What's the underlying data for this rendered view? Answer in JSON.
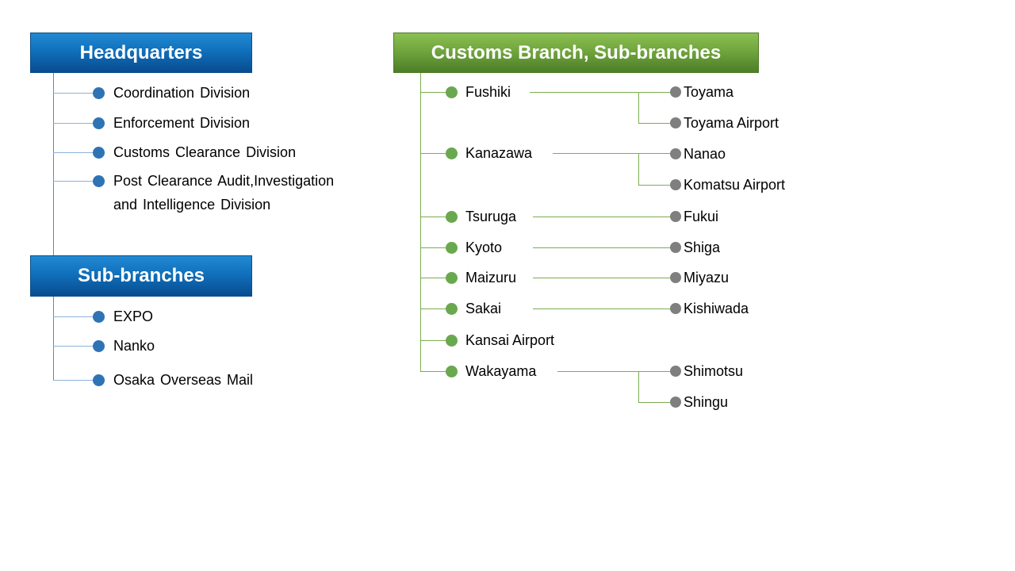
{
  "colors": {
    "background": "#ffffff",
    "text": "#000000",
    "header_text": "#ffffff",
    "blue_header_top": "#2389d3",
    "blue_header_mid": "#1070bb",
    "blue_header_bottom": "#084c90",
    "blue_header_border": "#0a4e88",
    "green_header_top": "#8bc052",
    "green_header_mid": "#6ea23c",
    "green_header_bottom": "#4d7d27",
    "green_header_border": "#4c7a28",
    "blue_bullet": "#2e74b5",
    "green_bullet": "#6aa84f",
    "gray_bullet": "#7f7f7f",
    "blue_hline": "#8fb2dc",
    "blue_vline": "#5b8ac2",
    "green_line": "#7bae50"
  },
  "left": {
    "headquarters": {
      "title": "Headquarters",
      "items": [
        "Coordination Division",
        "Enforcement Division",
        "Customs Clearance Division",
        {
          "line1": "Post Clearance Audit,Investigation",
          "line2": "and Intelligence Division"
        }
      ]
    },
    "sub_branches": {
      "title": "Sub-branches",
      "items": [
        "EXPO",
        "Nanko",
        "Osaka Overseas Mail"
      ]
    }
  },
  "right": {
    "title": "Customs Branch, Sub-branches",
    "branches": [
      {
        "name": "Fushiki",
        "children": [
          "Toyama",
          "Toyama Airport"
        ]
      },
      {
        "name": "Kanazawa",
        "children": [
          "Nanao",
          "Komatsu Airport"
        ]
      },
      {
        "name": "Tsuruga",
        "children": [
          "Fukui"
        ]
      },
      {
        "name": "Kyoto",
        "children": [
          "Shiga"
        ]
      },
      {
        "name": "Maizuru",
        "children": [
          "Miyazu"
        ]
      },
      {
        "name": "Sakai",
        "children": [
          "Kishiwada"
        ]
      },
      {
        "name": "Kansai Airport",
        "children": []
      },
      {
        "name": "Wakayama",
        "children": [
          "Shimotsu",
          "Shingu"
        ]
      }
    ]
  }
}
